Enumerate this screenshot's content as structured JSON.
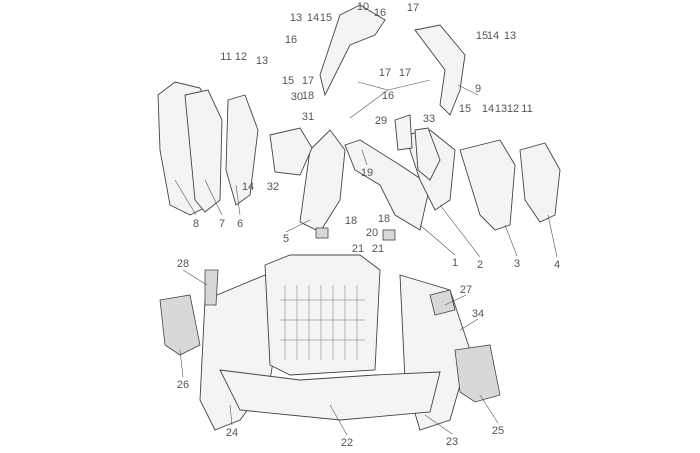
{
  "callouts": [
    "13",
    "14",
    "15",
    "10",
    "16",
    "17",
    "16",
    "15",
    "14",
    "13",
    "17",
    "18",
    "17",
    "17",
    "16",
    "9",
    "11",
    "12",
    "13",
    "15",
    "30",
    "31",
    "29",
    "33",
    "15",
    "14",
    "13",
    "12",
    "11",
    "19",
    "32",
    "14",
    "8",
    "7",
    "6",
    "5",
    "18",
    "18",
    "20",
    "21",
    "21",
    "1",
    "2",
    "3",
    "4",
    "28",
    "27",
    "34",
    "26",
    "24",
    "22",
    "23",
    "25"
  ]
}
